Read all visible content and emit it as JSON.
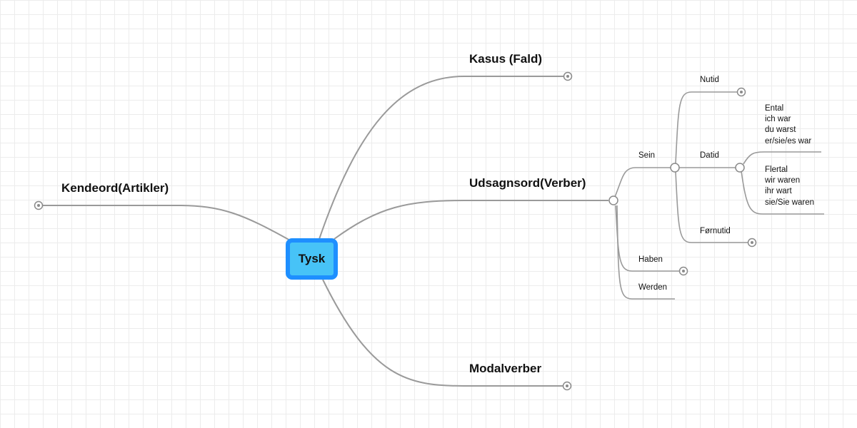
{
  "central": {
    "label": "Tysk"
  },
  "branches": {
    "kasus": {
      "label": "Kasus (Fald)"
    },
    "udsagnsord": {
      "label": "Udsagnsord(Verber)"
    },
    "modalverber": {
      "label": "Modalverber"
    },
    "kendeord": {
      "label": "Kendeord(Artikler)"
    }
  },
  "verbs": {
    "sein": {
      "label": "Sein",
      "nutid": {
        "label": "Nutid"
      },
      "datid": {
        "label": "Datid",
        "ental": {
          "lines": [
            "Ental",
            "ich war",
            "du warst",
            "er/sie/es war"
          ]
        },
        "flertal": {
          "lines": [
            "Flertal",
            "wir waren",
            "ihr wart",
            "sie/Sie waren"
          ]
        }
      },
      "fornutid": {
        "label": "Førnutid"
      }
    },
    "haben": {
      "label": "Haben"
    },
    "werden": {
      "label": "Werden"
    }
  },
  "colors": {
    "central_fill": "#47c3f7",
    "central_border": "#1e8fff",
    "edge": "#9a9a9a"
  }
}
